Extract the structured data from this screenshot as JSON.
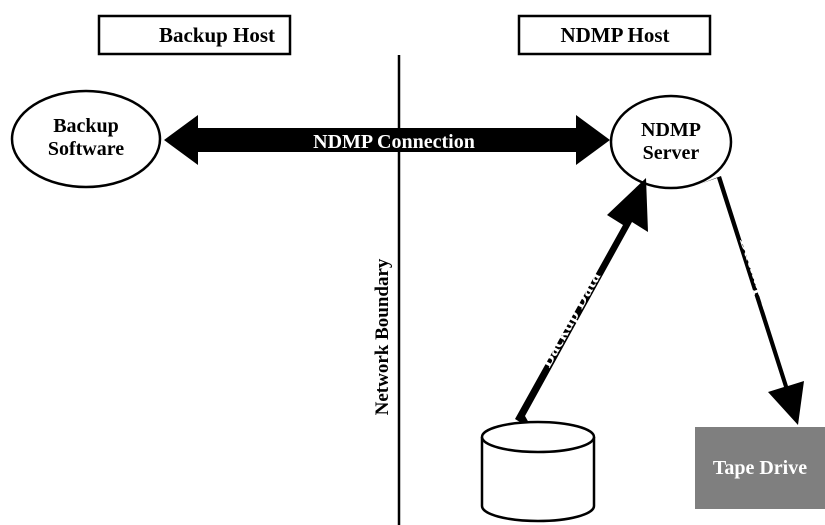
{
  "hosts": {
    "backup_host": "Backup Host",
    "ndmp_host": "NDMP Host"
  },
  "nodes": {
    "backup_software_line1": "Backup",
    "backup_software_line2": "Software",
    "ndmp_server_line1": "NDMP",
    "ndmp_server_line2": "Server",
    "tape_drive": "Tape Drive"
  },
  "connections": {
    "ndmp_connection": "NDMP Connection",
    "backup_data_in": "Backup Data",
    "backup_data_out": "Backup Data"
  },
  "boundary": {
    "label": "Network Boundary"
  },
  "colors": {
    "stroke": "#000000",
    "arrow_fill": "#000000",
    "arrow_text": "#ffffff",
    "tape_fill": "#7f7f7f",
    "tape_text": "#ffffff",
    "background": "#ffffff"
  }
}
